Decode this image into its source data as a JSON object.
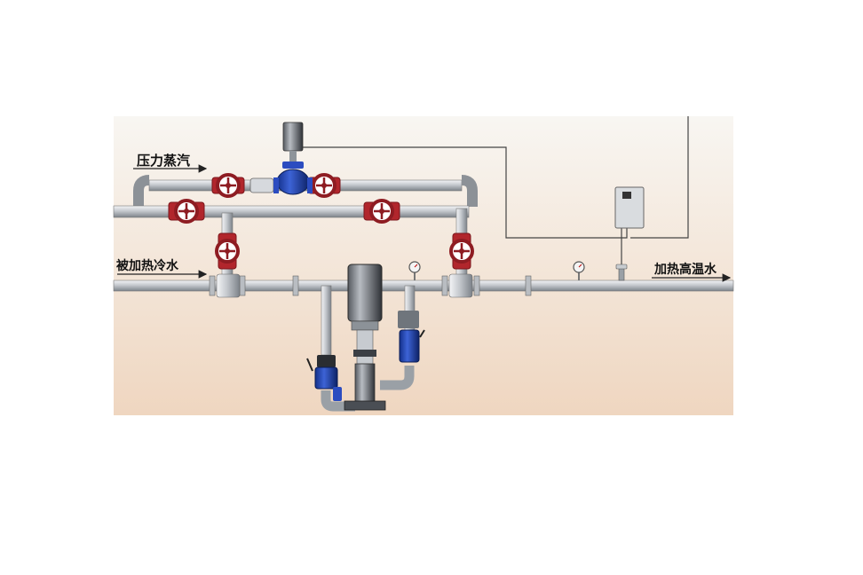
{
  "labels": {
    "steam_in": "压力蒸汽",
    "cold_water_in": "被加热冷水",
    "hot_water_out": "加热高温水"
  },
  "colors": {
    "pipe": "#cfd3d8",
    "pipe_edge": "#6f757c",
    "valve_red": "#a8242a",
    "control_valve_blue": "#1f3fae",
    "background_top": "#f7f3ee",
    "background_bottom": "#efd9c4"
  },
  "icons": {
    "gate_valve": "handwheel-valve-icon",
    "control_valve": "control-valve-icon",
    "pump": "vertical-pump-icon",
    "gauge": "pressure-gauge-icon",
    "controller": "control-cabinet-icon"
  }
}
